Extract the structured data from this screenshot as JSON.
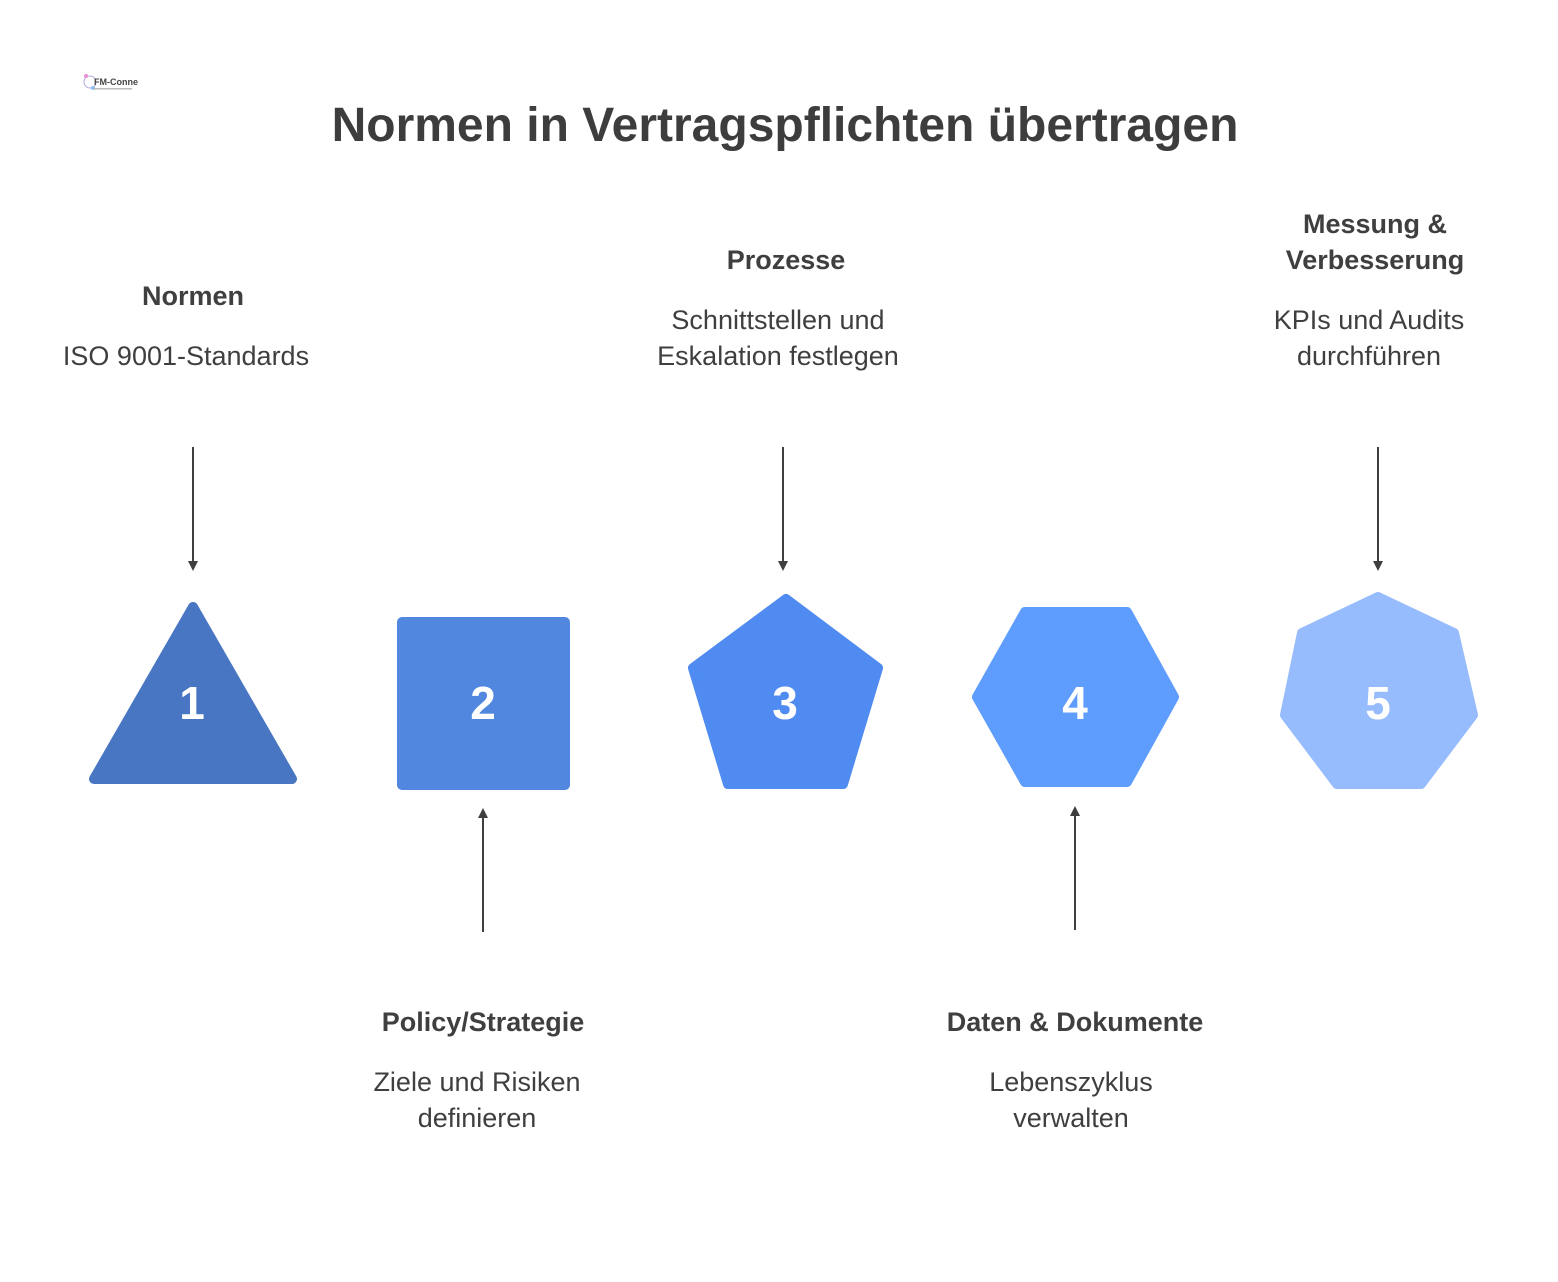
{
  "title": "Normen in Vertragspflichten übertragen",
  "logo": {
    "text": "FM-Connect.com"
  },
  "steps": [
    {
      "number": "1",
      "shape": "triangle",
      "color": "#4876c3",
      "heading": "Normen",
      "description": "ISO 9001-Standards"
    },
    {
      "number": "2",
      "shape": "square",
      "color": "#5187df",
      "heading": "Policy/Strategie",
      "description": "Ziele und Risiken definieren"
    },
    {
      "number": "3",
      "shape": "pentagon",
      "color": "#4f8bf0",
      "heading": "Prozesse",
      "description": "Schnittstellen und Eskalation festlegen"
    },
    {
      "number": "4",
      "shape": "hexagon",
      "color": "#5e9cfd",
      "heading": "Daten & Dokumente",
      "description": "Lebenszyklus verwalten"
    },
    {
      "number": "5",
      "shape": "heptagon",
      "color": "#97bcfd",
      "heading": "Messung & Verbesserung",
      "description": "KPIs und Audits durchführen"
    }
  ]
}
